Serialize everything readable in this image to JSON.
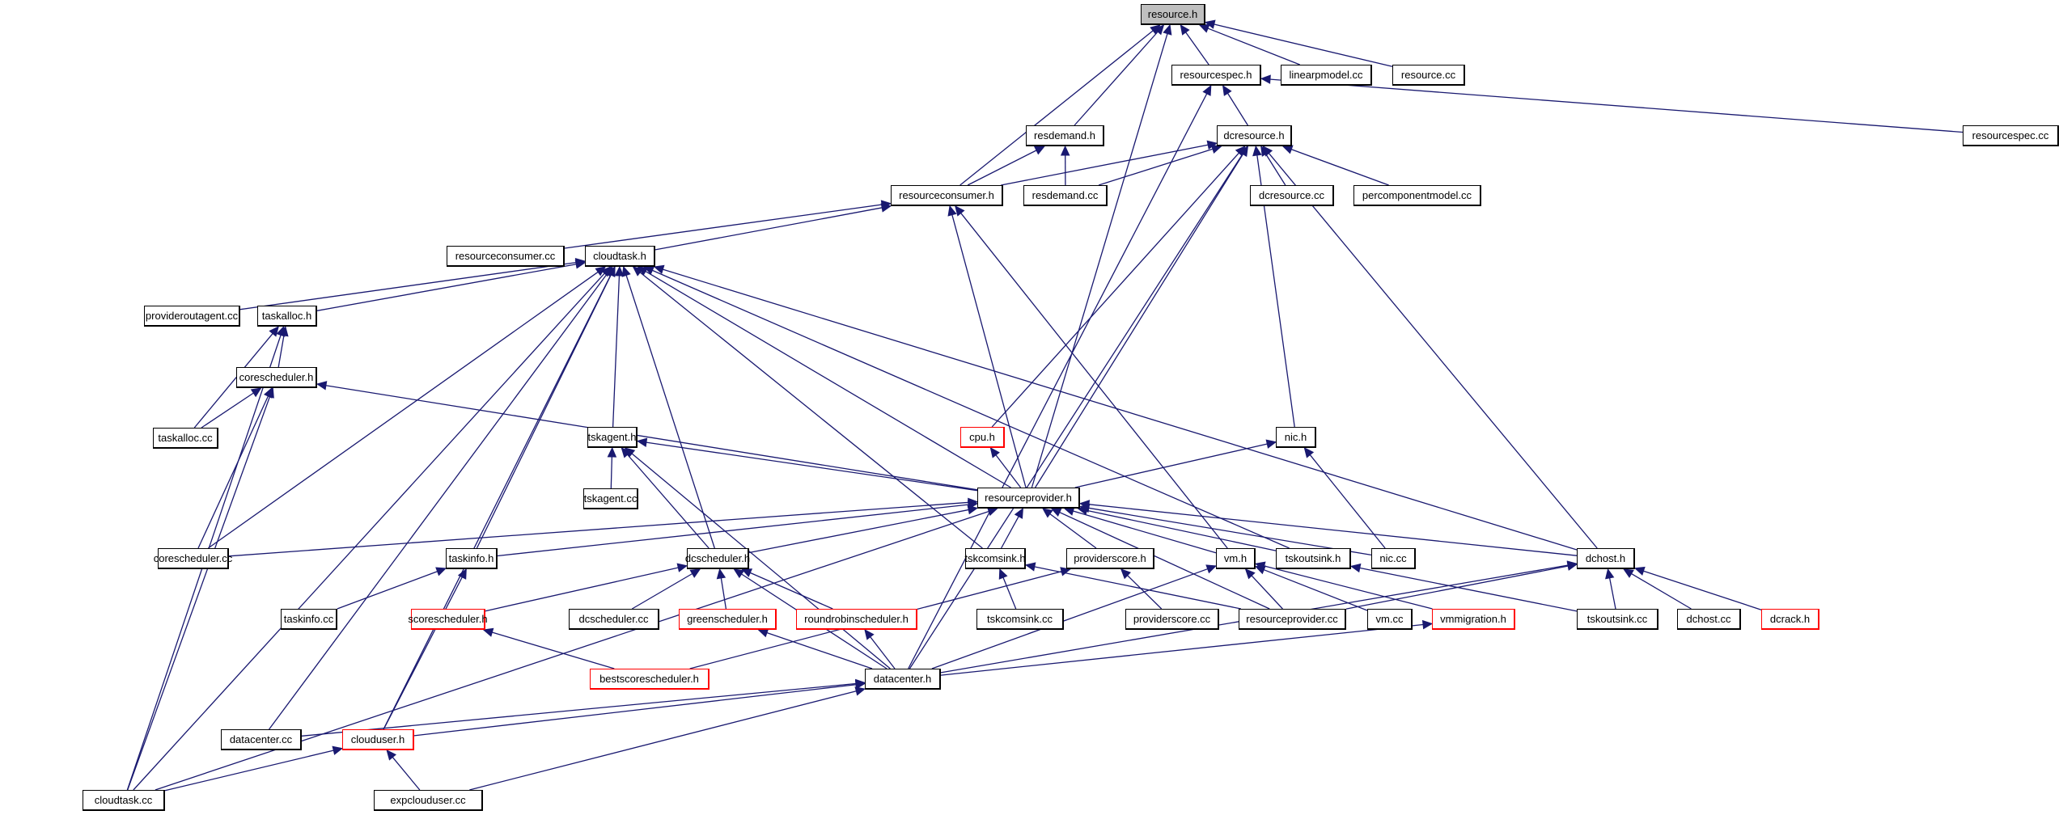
{
  "graph": {
    "title": "resource.h",
    "colors": {
      "edge": "#191970",
      "root_fill": "#bfbfbf",
      "border": "#000000",
      "incomplete_border": "#ff0000"
    },
    "nodes": [
      {
        "id": "resource_h",
        "label": "resource.h",
        "style": "root"
      },
      {
        "id": "resourcespec_h",
        "label": "resourcespec.h",
        "style": "normal"
      },
      {
        "id": "linearpmodel_cc",
        "label": "linearpmodel.cc",
        "style": "normal"
      },
      {
        "id": "resource_cc",
        "label": "resource.cc",
        "style": "normal"
      },
      {
        "id": "resourcespec_cc",
        "label": "resourcespec.cc",
        "style": "normal"
      },
      {
        "id": "resdemand_h",
        "label": "resdemand.h",
        "style": "normal"
      },
      {
        "id": "dcresource_h",
        "label": "dcresource.h",
        "style": "normal"
      },
      {
        "id": "resourceconsumer_h",
        "label": "resourceconsumer.h",
        "style": "normal"
      },
      {
        "id": "resdemand_cc",
        "label": "resdemand.cc",
        "style": "normal"
      },
      {
        "id": "dcresource_cc",
        "label": "dcresource.cc",
        "style": "normal"
      },
      {
        "id": "percomponentmodel_cc",
        "label": "percomponentmodel.cc",
        "style": "normal"
      },
      {
        "id": "resourceconsumer_cc",
        "label": "resourceconsumer.cc",
        "style": "normal"
      },
      {
        "id": "cloudtask_h",
        "label": "cloudtask.h",
        "style": "normal"
      },
      {
        "id": "provideroutagent_cc",
        "label": "provideroutagent.cc",
        "style": "normal"
      },
      {
        "id": "taskalloc_h",
        "label": "taskalloc.h",
        "style": "normal"
      },
      {
        "id": "corescheduler_h",
        "label": "corescheduler.h",
        "style": "normal"
      },
      {
        "id": "taskalloc_cc",
        "label": "taskalloc.cc",
        "style": "normal"
      },
      {
        "id": "tskagent_h",
        "label": "tskagent.h",
        "style": "normal"
      },
      {
        "id": "cpu_h",
        "label": "cpu.h",
        "style": "incomplete"
      },
      {
        "id": "nic_h",
        "label": "nic.h",
        "style": "normal"
      },
      {
        "id": "tskagent_cc",
        "label": "tskagent.cc",
        "style": "normal"
      },
      {
        "id": "resourceprovider_h",
        "label": "resourceprovider.h",
        "style": "normal"
      },
      {
        "id": "corescheduler_cc",
        "label": "corescheduler.cc",
        "style": "normal"
      },
      {
        "id": "taskinfo_h",
        "label": "taskinfo.h",
        "style": "normal"
      },
      {
        "id": "dcscheduler_h",
        "label": "dcscheduler.h",
        "style": "normal"
      },
      {
        "id": "tskcomsink_h",
        "label": "tskcomsink.h",
        "style": "normal"
      },
      {
        "id": "providerscore_h",
        "label": "providerscore.h",
        "style": "normal"
      },
      {
        "id": "vm_h",
        "label": "vm.h",
        "style": "normal"
      },
      {
        "id": "tskoutsink_h",
        "label": "tskoutsink.h",
        "style": "normal"
      },
      {
        "id": "nic_cc",
        "label": "nic.cc",
        "style": "normal"
      },
      {
        "id": "dchost_h",
        "label": "dchost.h",
        "style": "normal"
      },
      {
        "id": "taskinfo_cc",
        "label": "taskinfo.cc",
        "style": "normal"
      },
      {
        "id": "scorescheduler_h",
        "label": "scorescheduler.h",
        "style": "incomplete"
      },
      {
        "id": "dcscheduler_cc",
        "label": "dcscheduler.cc",
        "style": "normal"
      },
      {
        "id": "greenscheduler_h",
        "label": "greenscheduler.h",
        "style": "incomplete"
      },
      {
        "id": "roundrobinscheduler_h",
        "label": "roundrobinscheduler.h",
        "style": "incomplete"
      },
      {
        "id": "tskcomsink_cc",
        "label": "tskcomsink.cc",
        "style": "normal"
      },
      {
        "id": "providerscore_cc",
        "label": "providerscore.cc",
        "style": "normal"
      },
      {
        "id": "resourceprovider_cc",
        "label": "resourceprovider.cc",
        "style": "normal"
      },
      {
        "id": "vm_cc",
        "label": "vm.cc",
        "style": "normal"
      },
      {
        "id": "vmmigration_h",
        "label": "vmmigration.h",
        "style": "incomplete"
      },
      {
        "id": "tskoutsink_cc",
        "label": "tskoutsink.cc",
        "style": "normal"
      },
      {
        "id": "dchost_cc",
        "label": "dchost.cc",
        "style": "normal"
      },
      {
        "id": "dcrack_h",
        "label": "dcrack.h",
        "style": "incomplete"
      },
      {
        "id": "bestscorescheduler_h",
        "label": "bestscorescheduler.h",
        "style": "incomplete"
      },
      {
        "id": "datacenter_h",
        "label": "datacenter.h",
        "style": "normal"
      },
      {
        "id": "datacenter_cc",
        "label": "datacenter.cc",
        "style": "normal"
      },
      {
        "id": "clouduser_h",
        "label": "clouduser.h",
        "style": "incomplete"
      },
      {
        "id": "cloudtask_cc",
        "label": "cloudtask.cc",
        "style": "normal"
      },
      {
        "id": "expclouduser_cc",
        "label": "expclouduser.cc",
        "style": "normal"
      }
    ],
    "edges": [
      [
        "resourcespec_h",
        "resource_h"
      ],
      [
        "linearpmodel_cc",
        "resource_h"
      ],
      [
        "resource_cc",
        "resource_h"
      ],
      [
        "resdemand_h",
        "resource_h"
      ],
      [
        "resourceconsumer_h",
        "resource_h"
      ],
      [
        "resourceprovider_h",
        "resource_h"
      ],
      [
        "dcresource_h",
        "resourcespec_h"
      ],
      [
        "resourcespec_cc",
        "resourcespec_h"
      ],
      [
        "datacenter_h",
        "resourcespec_h"
      ],
      [
        "resourceconsumer_h",
        "resdemand_h"
      ],
      [
        "resdemand_cc",
        "resdemand_h"
      ],
      [
        "resourceconsumer_h",
        "dcresource_h"
      ],
      [
        "resdemand_cc",
        "dcresource_h"
      ],
      [
        "dcresource_cc",
        "dcresource_h"
      ],
      [
        "percomponentmodel_cc",
        "dcresource_h"
      ],
      [
        "cpu_h",
        "dcresource_h"
      ],
      [
        "resourceprovider_h",
        "dcresource_h"
      ],
      [
        "nic_h",
        "dcresource_h"
      ],
      [
        "dchost_h",
        "dcresource_h"
      ],
      [
        "datacenter_h",
        "dcresource_h"
      ],
      [
        "resourceconsumer_cc",
        "resourceconsumer_h"
      ],
      [
        "cloudtask_h",
        "resourceconsumer_h"
      ],
      [
        "resourceprovider_h",
        "resourceconsumer_h"
      ],
      [
        "vm_h",
        "resourceconsumer_h"
      ],
      [
        "provideroutagent_cc",
        "cloudtask_h"
      ],
      [
        "taskalloc_h",
        "cloudtask_h"
      ],
      [
        "tskagent_h",
        "cloudtask_h"
      ],
      [
        "taskinfo_h",
        "cloudtask_h"
      ],
      [
        "dcscheduler_h",
        "cloudtask_h"
      ],
      [
        "tskcomsink_h",
        "cloudtask_h"
      ],
      [
        "resourceprovider_h",
        "cloudtask_h"
      ],
      [
        "tskoutsink_h",
        "cloudtask_h"
      ],
      [
        "dchost_h",
        "cloudtask_h"
      ],
      [
        "corescheduler_cc",
        "cloudtask_h"
      ],
      [
        "datacenter_cc",
        "cloudtask_h"
      ],
      [
        "clouduser_h",
        "cloudtask_h"
      ],
      [
        "cloudtask_cc",
        "cloudtask_h"
      ],
      [
        "corescheduler_h",
        "taskalloc_h"
      ],
      [
        "taskalloc_cc",
        "taskalloc_h"
      ],
      [
        "cloudtask_cc",
        "taskalloc_h"
      ],
      [
        "taskalloc_cc",
        "corescheduler_h"
      ],
      [
        "corescheduler_cc",
        "corescheduler_h"
      ],
      [
        "cloudtask_cc",
        "corescheduler_h"
      ],
      [
        "resourceprovider_h",
        "corescheduler_h"
      ],
      [
        "tskagent_cc",
        "tskagent_h"
      ],
      [
        "dcscheduler_h",
        "tskagent_h"
      ],
      [
        "resourceprovider_h",
        "tskagent_h"
      ],
      [
        "datacenter_h",
        "tskagent_h"
      ],
      [
        "resourceprovider_h",
        "cpu_h"
      ],
      [
        "resourceprovider_h",
        "nic_h"
      ],
      [
        "nic_cc",
        "nic_h"
      ],
      [
        "taskinfo_h",
        "resourceprovider_h"
      ],
      [
        "dcscheduler_h",
        "resourceprovider_h"
      ],
      [
        "tskcomsink_h",
        "resourceprovider_h"
      ],
      [
        "providerscore_h",
        "resourceprovider_h"
      ],
      [
        "vm_h",
        "resourceprovider_h"
      ],
      [
        "tskoutsink_h",
        "resourceprovider_h"
      ],
      [
        "nic_cc",
        "resourceprovider_h"
      ],
      [
        "dchost_h",
        "resourceprovider_h"
      ],
      [
        "resourceprovider_cc",
        "resourceprovider_h"
      ],
      [
        "corescheduler_cc",
        "resourceprovider_h"
      ],
      [
        "cloudtask_cc",
        "resourceprovider_h"
      ],
      [
        "taskinfo_cc",
        "taskinfo_h"
      ],
      [
        "clouduser_h",
        "taskinfo_h"
      ],
      [
        "scorescheduler_h",
        "dcscheduler_h"
      ],
      [
        "dcscheduler_cc",
        "dcscheduler_h"
      ],
      [
        "greenscheduler_h",
        "dcscheduler_h"
      ],
      [
        "roundrobinscheduler_h",
        "dcscheduler_h"
      ],
      [
        "datacenter_h",
        "dcscheduler_h"
      ],
      [
        "tskcomsink_cc",
        "tskcomsink_h"
      ],
      [
        "resourceprovider_cc",
        "tskcomsink_h"
      ],
      [
        "providerscore_cc",
        "providerscore_h"
      ],
      [
        "bestscorescheduler_h",
        "providerscore_h"
      ],
      [
        "resourceprovider_cc",
        "vm_h"
      ],
      [
        "vm_cc",
        "vm_h"
      ],
      [
        "vmmigration_h",
        "vm_h"
      ],
      [
        "datacenter_h",
        "vm_h"
      ],
      [
        "tskoutsink_cc",
        "tskoutsink_h"
      ],
      [
        "tskoutsink_cc",
        "dchost_h"
      ],
      [
        "dchost_cc",
        "dchost_h"
      ],
      [
        "dcrack_h",
        "dchost_h"
      ],
      [
        "resourceprovider_cc",
        "dchost_h"
      ],
      [
        "datacenter_h",
        "dchost_h"
      ],
      [
        "bestscorescheduler_h",
        "scorescheduler_h"
      ],
      [
        "datacenter_h",
        "greenscheduler_h"
      ],
      [
        "datacenter_h",
        "roundrobinscheduler_h"
      ],
      [
        "datacenter_h",
        "vmmigration_h"
      ],
      [
        "datacenter_cc",
        "datacenter_h"
      ],
      [
        "clouduser_h",
        "datacenter_h"
      ],
      [
        "expclouduser_cc",
        "datacenter_h"
      ],
      [
        "cloudtask_cc",
        "clouduser_h"
      ],
      [
        "expclouduser_cc",
        "clouduser_h"
      ]
    ]
  }
}
